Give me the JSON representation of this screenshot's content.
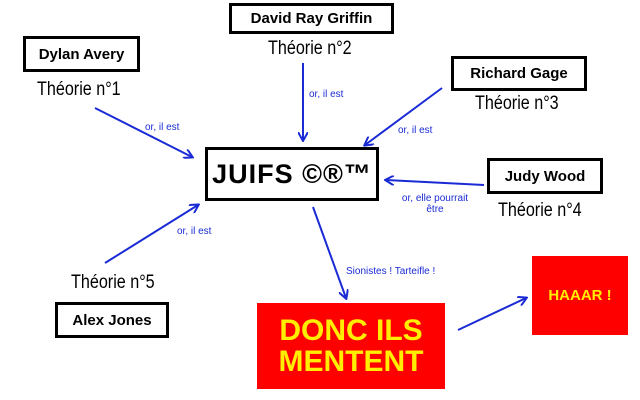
{
  "nodes": {
    "david": {
      "name": "David Ray Griffin",
      "theory": "Théorie n°2"
    },
    "dylan": {
      "name": "Dylan Avery",
      "theory": "Théorie n°1"
    },
    "richard": {
      "name": "Richard Gage",
      "theory": "Théorie n°3"
    },
    "judy": {
      "name": "Judy Wood",
      "theory": "Théorie n°4"
    },
    "alex": {
      "name": "Alex Jones",
      "theory": "Théorie n°5"
    }
  },
  "center": {
    "label": "JUIFS ©®™"
  },
  "conclusion": {
    "line1": "DONC ILS",
    "line2": "MENTENT"
  },
  "result": {
    "label": "HAAAR !"
  },
  "edge_labels": {
    "david": "or, il est",
    "dylan": "or, il est",
    "richard": "or, il est",
    "judy_line1": "or, elle pourrait",
    "judy_line2": "être",
    "alex": "or, il est",
    "center_to_conclusion": "Sionistes ! Tarteifle !"
  },
  "colors": {
    "arrow": "#1a2bd6",
    "red_box": "#ff0000",
    "red_text": "#ffee00"
  }
}
